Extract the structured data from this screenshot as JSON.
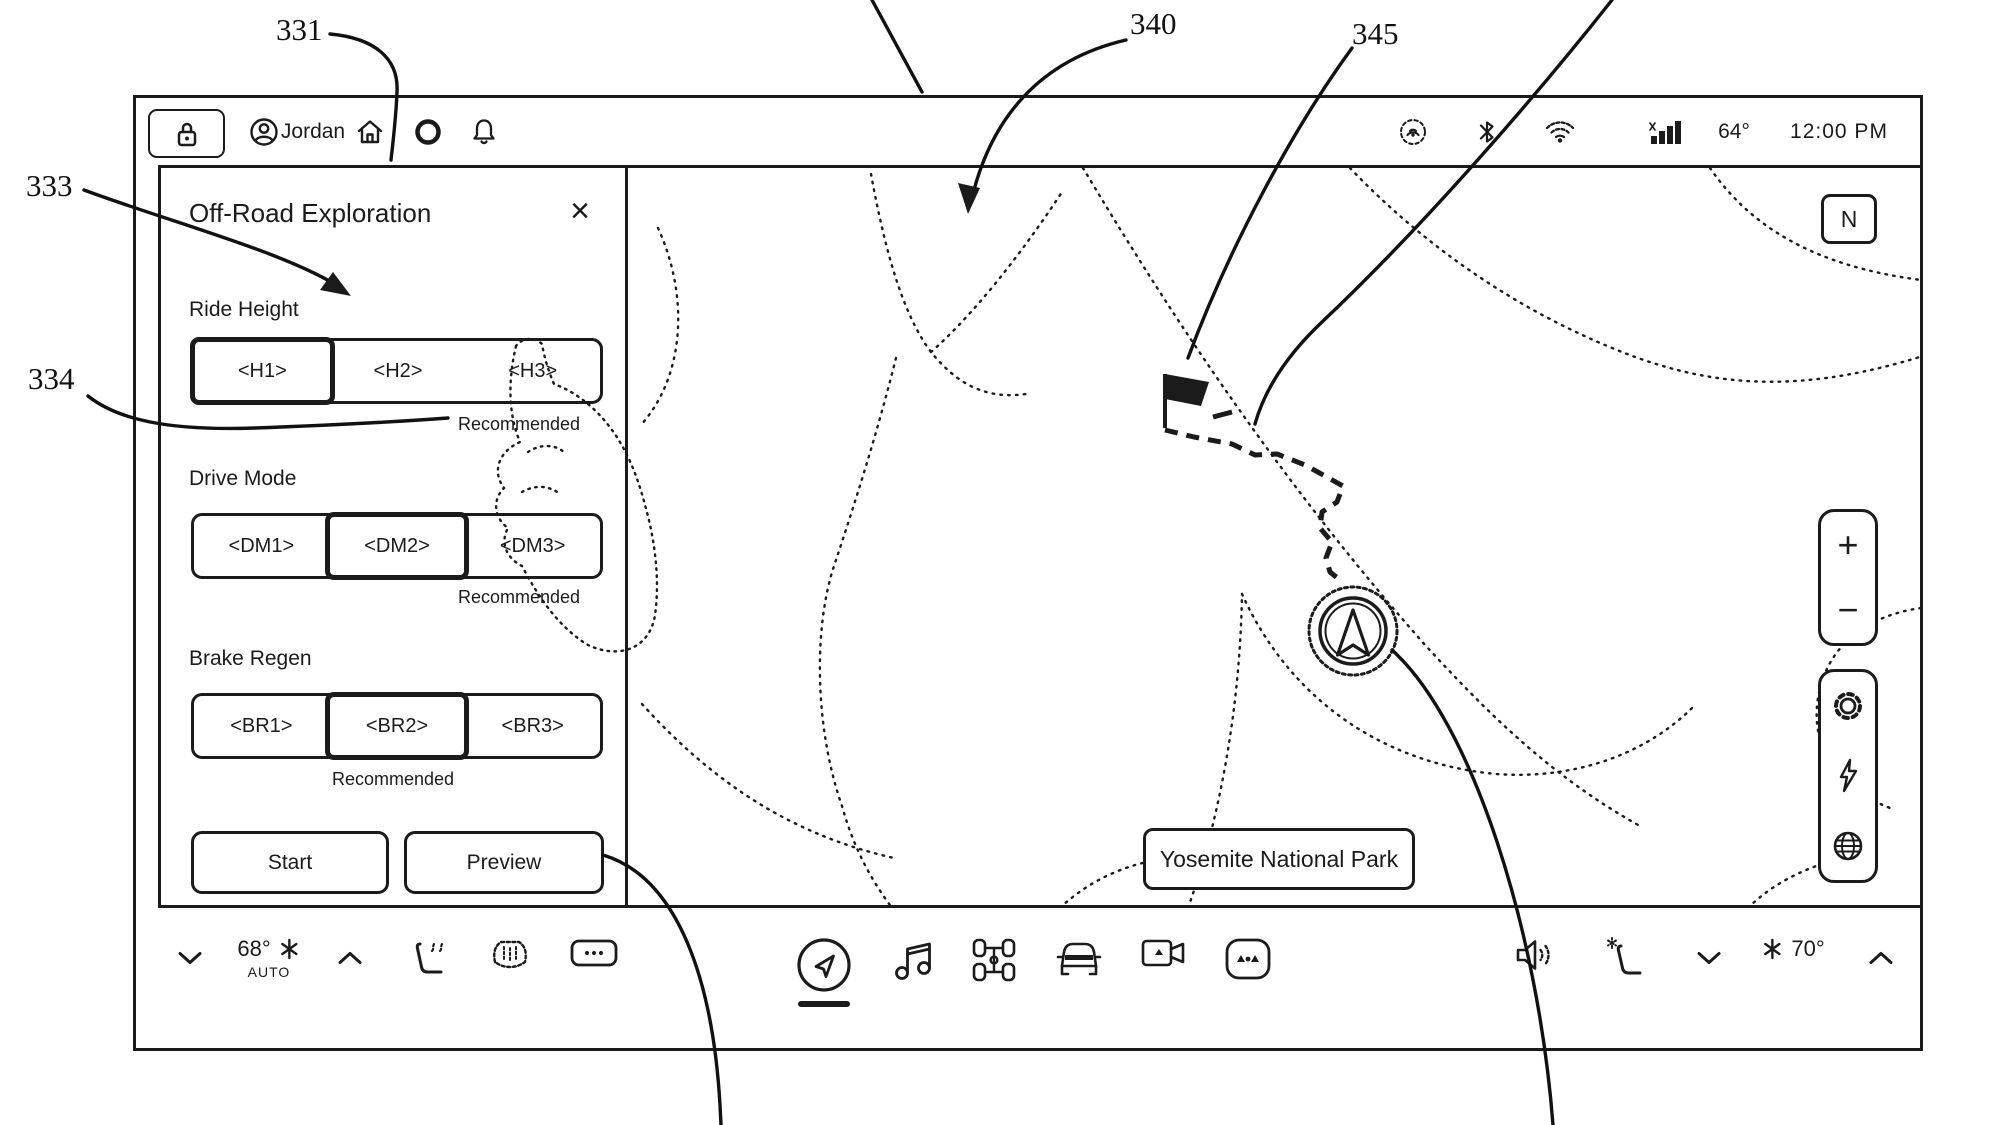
{
  "status_bar": {
    "user_name": "Jordan",
    "temperature": "64°",
    "time": "12:00 PM",
    "icons": [
      "lock",
      "profile",
      "home",
      "record-circle",
      "notifications",
      "hotspot",
      "bluetooth",
      "wifi",
      "cellular-signal"
    ]
  },
  "panel": {
    "title": "Off-Road Exploration",
    "close_label": "×",
    "ride_height": {
      "label": "Ride Height",
      "options": [
        "<H1>",
        "<H2>",
        "<H3>"
      ],
      "selected_index": 0,
      "recommended_label": "Recommended"
    },
    "drive_mode": {
      "label": "Drive Mode",
      "options": [
        "<DM1>",
        "<DM2>",
        "<DM3>"
      ],
      "selected_index": 1,
      "recommended_label": "Recommended"
    },
    "brake_regen": {
      "label": "Brake Regen",
      "options": [
        "<BR1>",
        "<BR2>",
        "<BR3>"
      ],
      "selected_index": 1,
      "recommended_label": "Recommended"
    },
    "start_label": "Start",
    "preview_label": "Preview"
  },
  "map": {
    "compass_label": "N",
    "zoom_in_label": "+",
    "zoom_out_label": "−",
    "location_label": "Yosemite National Park",
    "markers": [
      "destination-flag",
      "dashed-route",
      "vehicle-location-puck"
    ],
    "tool_icons": [
      "settings-gear",
      "charging-bolt",
      "globe-layers"
    ]
  },
  "climate": {
    "left_temp": "68°",
    "left_mode": "AUTO",
    "right_temp": "70°"
  },
  "dock": {
    "icons": [
      "navigation",
      "music",
      "drivetrain",
      "vehicle",
      "camera",
      "apps",
      "volume",
      "seat-climate"
    ]
  },
  "callouts": {
    "c331": "331",
    "c333": "333",
    "c334": "334",
    "c340": "340",
    "c345": "345"
  }
}
